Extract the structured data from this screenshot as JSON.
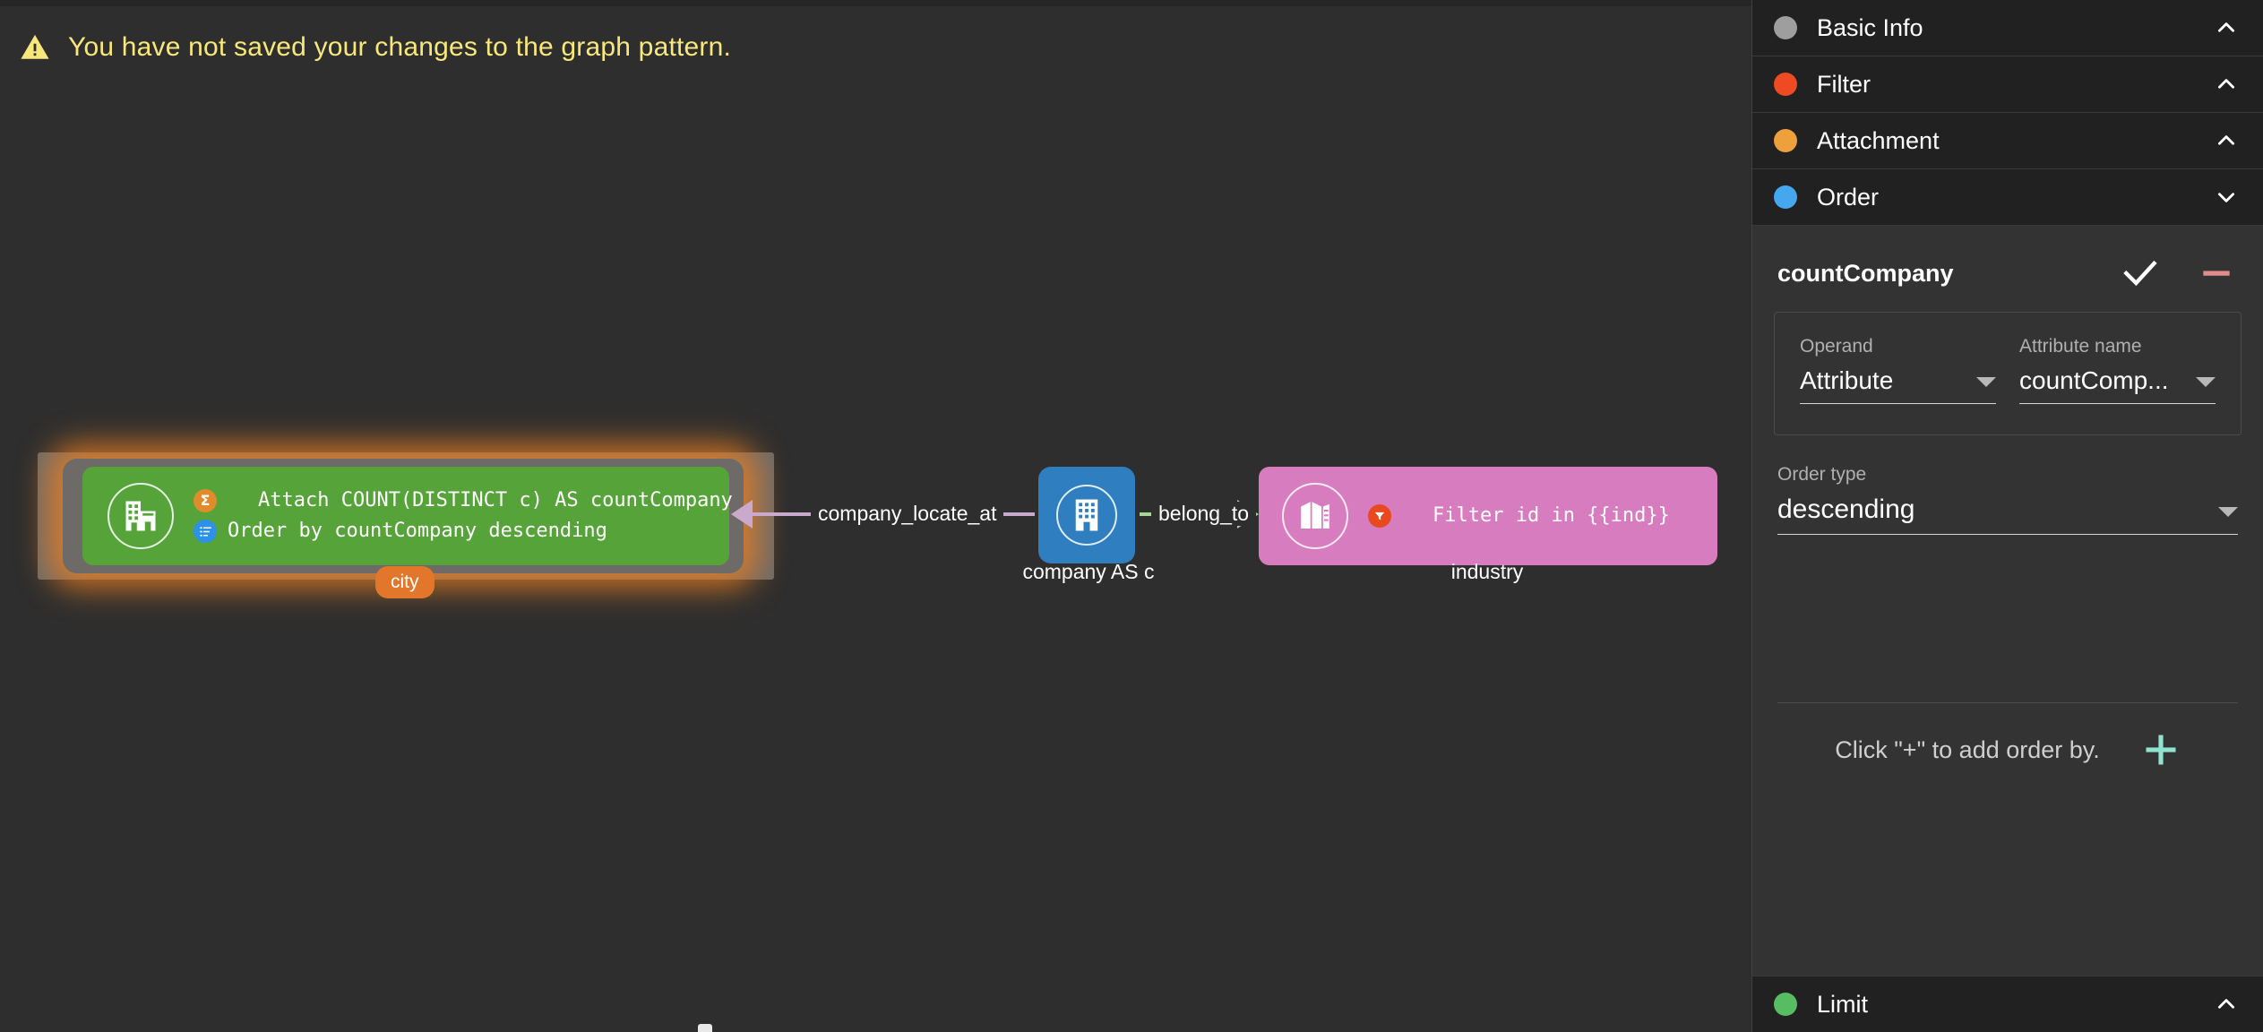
{
  "warning": {
    "icon": "warning-triangle-icon",
    "text": "You have not saved your changes to the graph pattern."
  },
  "graph": {
    "nodes": [
      {
        "id": "city",
        "caption": "city",
        "icon": "building-city-icon",
        "color": "#56a33a",
        "selected": true,
        "annotations": [
          {
            "icon": "sum-sigma-icon",
            "color": "#e08c2b",
            "text": "Attach COUNT(DISTINCT c) AS countCompany"
          },
          {
            "icon": "order-list-icon",
            "color": "#2d91e8",
            "text": "Order by countCompany descending"
          }
        ]
      },
      {
        "id": "company",
        "caption": "company AS c",
        "icon": "office-building-icon",
        "color": "#2e7ec0",
        "annotations": []
      },
      {
        "id": "industry",
        "caption": "industry",
        "icon": "layers-box-icon",
        "color": "#d87cc0",
        "annotations": [
          {
            "icon": "filter-funnel-icon",
            "color": "#e8491f",
            "text": "Filter id in {{ind}}"
          }
        ]
      }
    ],
    "edges": [
      {
        "label": "company_locate_at",
        "color": "#c9a9cc",
        "direction": "left"
      },
      {
        "label": "belong_to",
        "color": "#a6d69b",
        "direction": "right"
      }
    ]
  },
  "sidebar": {
    "panels": [
      {
        "name": "basic-info",
        "label": "Basic Info",
        "dot_color": "#9e9e9e",
        "expanded": false,
        "chevron": "chevron-up-icon"
      },
      {
        "name": "filter",
        "label": "Filter",
        "dot_color": "#ef4a23",
        "expanded": false,
        "chevron": "chevron-up-icon"
      },
      {
        "name": "attachment",
        "label": "Attachment",
        "dot_color": "#eda03c",
        "expanded": false,
        "chevron": "chevron-up-icon"
      },
      {
        "name": "order",
        "label": "Order",
        "dot_color": "#45a8ef",
        "expanded": true,
        "chevron": "chevron-down-icon"
      }
    ],
    "limit_panel": {
      "name": "limit",
      "label": "Limit",
      "dot_color": "#57bd62",
      "expanded": false,
      "chevron": "chevron-up-icon"
    },
    "order_panel": {
      "item_title": "countCompany",
      "confirm_icon": "check-icon",
      "remove_icon": "minus-icon",
      "remove_color": "#e28b8b",
      "operand": {
        "label": "Operand",
        "value": "Attribute"
      },
      "attribute": {
        "label": "Attribute name",
        "value": "countComp..."
      },
      "order_type": {
        "label": "Order type",
        "value": "descending"
      },
      "add_hint": "Click \"+\" to add order by.",
      "add_icon": "plus-icon",
      "add_icon_color": "#8fe3d0"
    }
  }
}
